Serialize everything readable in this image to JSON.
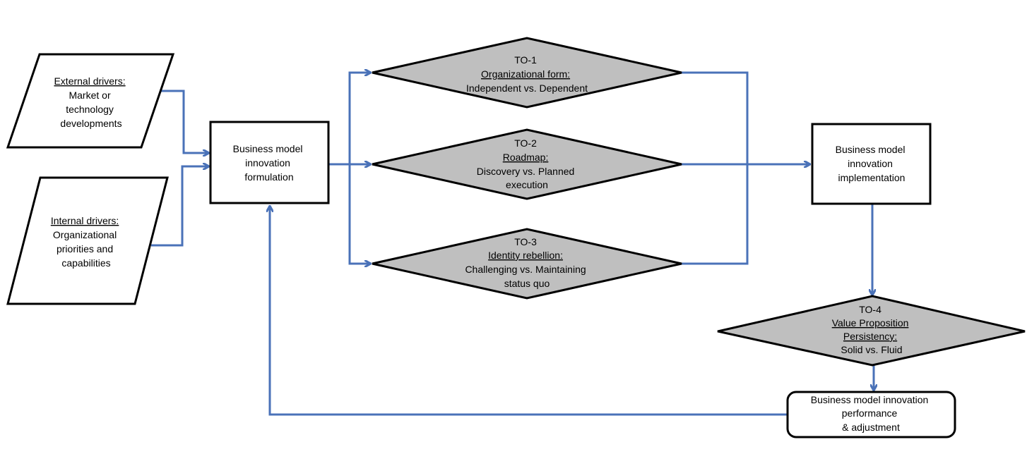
{
  "colors": {
    "connector": "#4a72b8",
    "diamond_fill": "#bfbfbf",
    "stroke": "#000000"
  },
  "drivers": {
    "external": {
      "heading": "External drivers:",
      "lines": [
        "Market or",
        "technology",
        "developments"
      ]
    },
    "internal": {
      "heading": "Internal drivers:",
      "lines": [
        "Organizational",
        "priorities and",
        "capabilities"
      ]
    }
  },
  "formulation": {
    "lines": [
      "Business model",
      "innovation",
      "formulation"
    ]
  },
  "implementation": {
    "lines": [
      "Business model",
      "innovation",
      "implementation"
    ]
  },
  "performance": {
    "lines": [
      "Business model innovation",
      "performance",
      "& adjustment"
    ]
  },
  "tradeoffs": {
    "to1": {
      "id": "TO-1",
      "heading": "Organizational form:",
      "lines": [
        "Independent vs. Dependent"
      ]
    },
    "to2": {
      "id": "TO-2",
      "heading": "Roadmap:",
      "lines": [
        "Discovery vs. Planned",
        "execution"
      ]
    },
    "to3": {
      "id": "TO-3",
      "heading": "Identity rebellion:",
      "lines": [
        "Challenging vs. Maintaining",
        "status quo"
      ]
    },
    "to4": {
      "id": "TO-4",
      "heading": "Value Proposition",
      "heading2": "Persistency:",
      "lines": [
        "Solid vs. Fluid"
      ]
    }
  }
}
